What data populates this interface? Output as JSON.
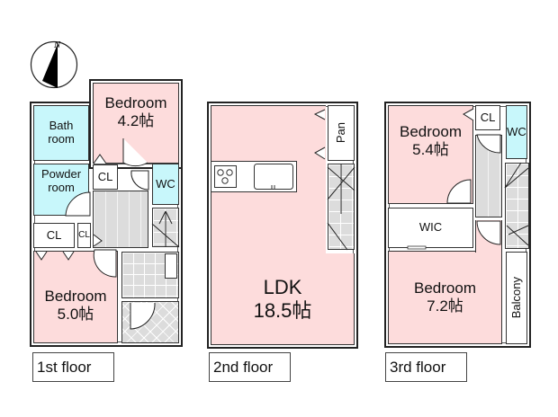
{
  "compass": {
    "label": "N",
    "icon": "north-arrow-icon"
  },
  "floors": [
    {
      "label": "1st floor",
      "rooms": [
        {
          "name": "Bedroom",
          "size": "4.2帖"
        },
        {
          "name": "Bath room",
          "name_lines": [
            "Bath",
            "room"
          ]
        },
        {
          "name": "Powder room",
          "name_lines": [
            "Powder",
            "room"
          ]
        },
        {
          "name": "CL"
        },
        {
          "name": "WC"
        },
        {
          "name": "CL"
        },
        {
          "name": "CL"
        },
        {
          "name": "Bedroom",
          "size": "5.0帖"
        }
      ]
    },
    {
      "label": "2nd floor",
      "rooms": [
        {
          "name": "LDK",
          "size": "18.5帖"
        },
        {
          "name": "Pan"
        }
      ]
    },
    {
      "label": "3rd floor",
      "rooms": [
        {
          "name": "Bedroom",
          "size": "5.4帖"
        },
        {
          "name": "CL"
        },
        {
          "name": "WC"
        },
        {
          "name": "WIC"
        },
        {
          "name": "Bedroom",
          "size": "7.2帖"
        },
        {
          "name": "Balcony"
        }
      ]
    }
  ],
  "colors": {
    "bedroom": "#fddcdc",
    "wet_area": "#c8f7fb",
    "hall": "#dcdcdc",
    "wall": "#222222"
  }
}
